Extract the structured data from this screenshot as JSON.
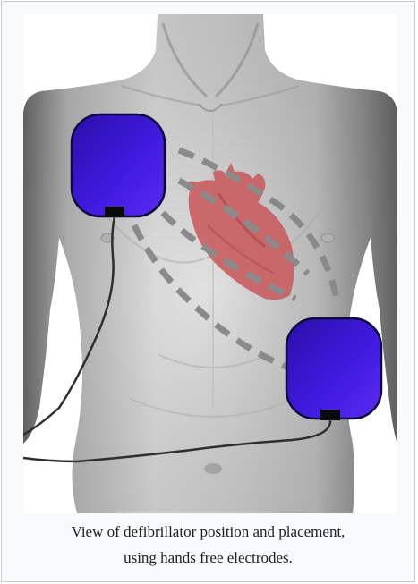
{
  "figure": {
    "caption_line1": "View of defibrillator position and placement,",
    "caption_line2": "using hands free electrodes.",
    "illustration": {
      "subject": "human-torso",
      "elements": [
        "torso-drawing",
        "heart",
        "upper-right-chest-pad",
        "lower-left-chest-pad",
        "electrode-leads",
        "shock-path-outline"
      ]
    },
    "colors": {
      "pad_fill": "#3d1ad6",
      "pad_dark": "#1b0a8c",
      "pad_border": "#0c0a3a",
      "heart": "#c8595c",
      "skin_light": "#dedede",
      "skin_shadow": "#7b7b7b",
      "outline_dash": "#8a8a8a",
      "lead_wire": "#2e2e2e",
      "frame_border": "#c8ccd1",
      "frame_bg": "#f8f9fa"
    }
  }
}
